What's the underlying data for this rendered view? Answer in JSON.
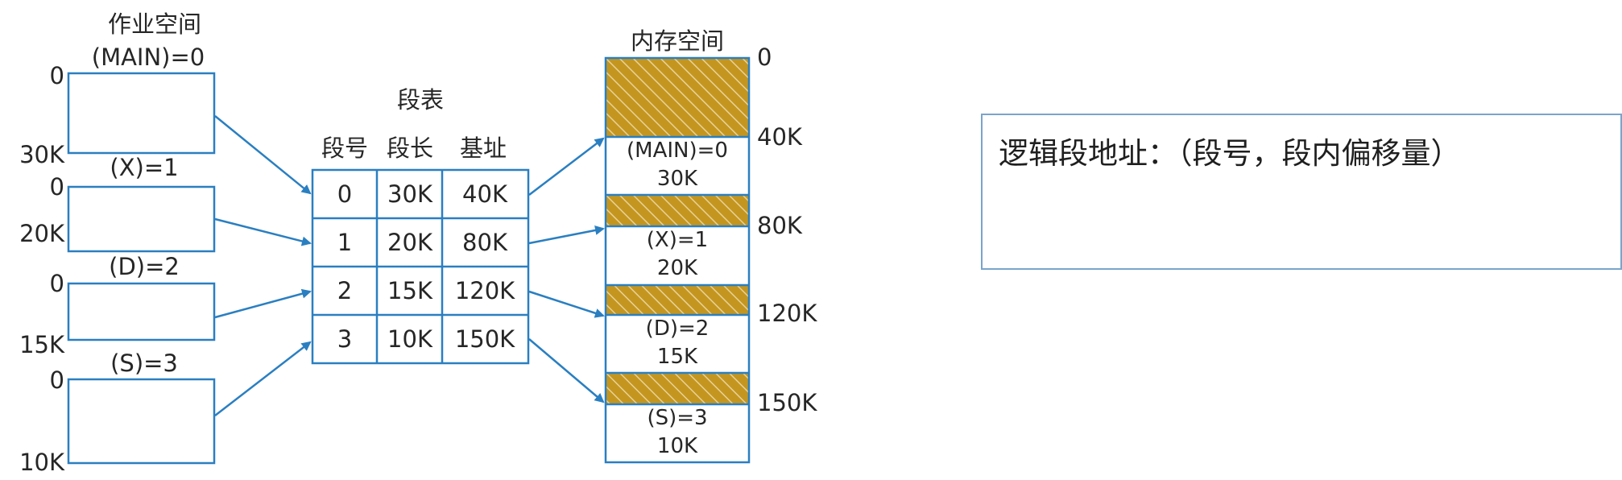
{
  "job_space": {
    "title": "作业空间",
    "segments": [
      {
        "name": "(MAIN)=0",
        "start": "0",
        "end": "30K"
      },
      {
        "name": "(X)=1",
        "start": "0",
        "end": "20K"
      },
      {
        "name": "(D)=2",
        "start": "0",
        "end": "15K"
      },
      {
        "name": "(S)=3",
        "start": "0",
        "end": "10K"
      }
    ]
  },
  "segment_table": {
    "title": "段表",
    "headers": [
      "段号",
      "段长",
      "基址"
    ],
    "rows": [
      [
        "0",
        "30K",
        "40K"
      ],
      [
        "1",
        "20K",
        "80K"
      ],
      [
        "2",
        "15K",
        "120K"
      ],
      [
        "3",
        "10K",
        "150K"
      ]
    ]
  },
  "memory_space": {
    "title": "内存空间",
    "top_address": "0",
    "regions": [
      {
        "name": "(MAIN)=0",
        "size": "30K",
        "address": "40K"
      },
      {
        "name": "(X)=1",
        "size": "20K",
        "address": "80K"
      },
      {
        "name": "(D)=2",
        "size": "15K",
        "address": "120K"
      },
      {
        "name": "(S)=3",
        "size": "10K",
        "address": "150K"
      }
    ]
  },
  "note": {
    "text": "逻辑段地址：（段号，段内偏移量）"
  },
  "colors": {
    "line": "#2a7fc1",
    "box_border": "#2a7fc1",
    "hatch_fill": "#c4961f",
    "hatch_line": "#e8d29a",
    "note_border": "#7aa4cc",
    "text": "#262626"
  }
}
